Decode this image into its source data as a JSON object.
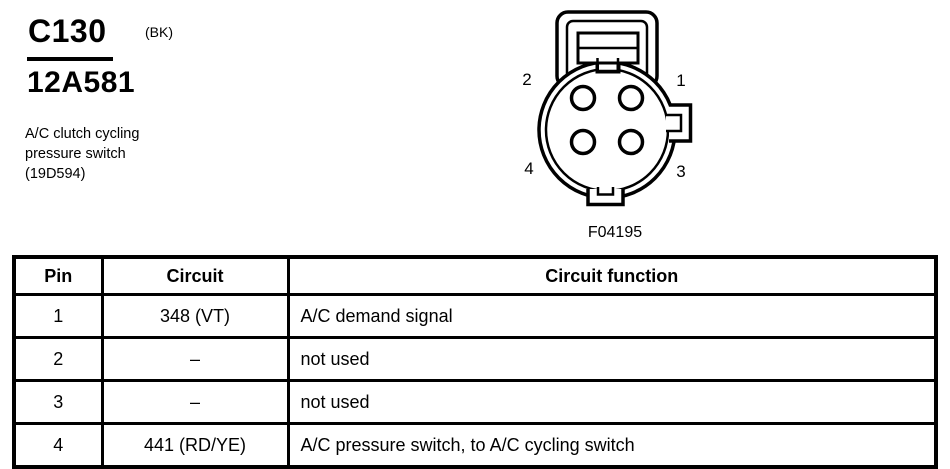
{
  "header": {
    "connector_id": "C130",
    "color_code": "(BK)",
    "part_number": "12A581",
    "description_lines": [
      "A/C clutch cycling",
      "pressure switch",
      "(19D594)"
    ]
  },
  "connector_diagram": {
    "figure_id": "F04195",
    "pin_labels": {
      "top_left": "2",
      "top_right": "1",
      "bottom_left": "4",
      "bottom_right": "3"
    }
  },
  "table": {
    "columns": [
      "Pin",
      "Circuit",
      "Circuit function"
    ],
    "rows": [
      {
        "pin": "1",
        "circuit": "348 (VT)",
        "function": "A/C demand signal"
      },
      {
        "pin": "2",
        "circuit": "–",
        "function": "not used"
      },
      {
        "pin": "3",
        "circuit": "–",
        "function": "not used"
      },
      {
        "pin": "4",
        "circuit": "441 (RD/YE)",
        "function": "A/C pressure switch, to A/C cycling switch"
      }
    ]
  },
  "colors": {
    "ink": "#000000",
    "background": "#ffffff"
  }
}
